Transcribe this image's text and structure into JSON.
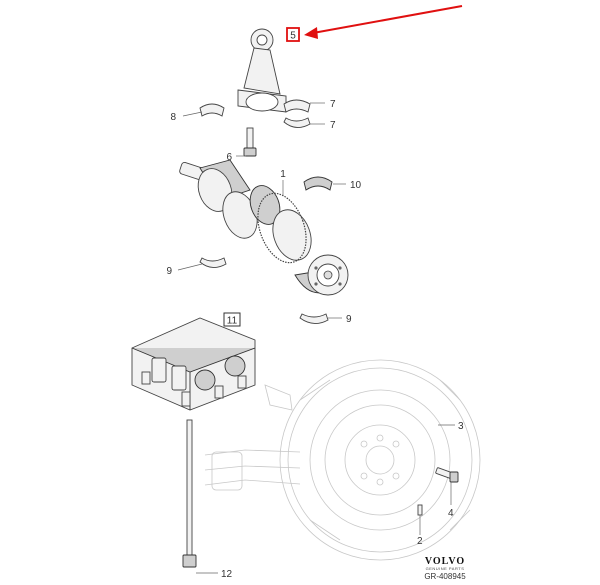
{
  "callouts": {
    "c1": "1",
    "c2": "2",
    "c3": "3",
    "c4": "4",
    "c5": "5",
    "c6": "6",
    "c7a": "7",
    "c7b": "7",
    "c8": "8",
    "c9a": "9",
    "c9b": "9",
    "c10": "10",
    "c11": "11",
    "c12": "12"
  },
  "brand": {
    "name": "VOLVO",
    "tagline": "GENUINE PARTS",
    "reference": "GR-408945"
  },
  "highlight_color": "#e01010"
}
